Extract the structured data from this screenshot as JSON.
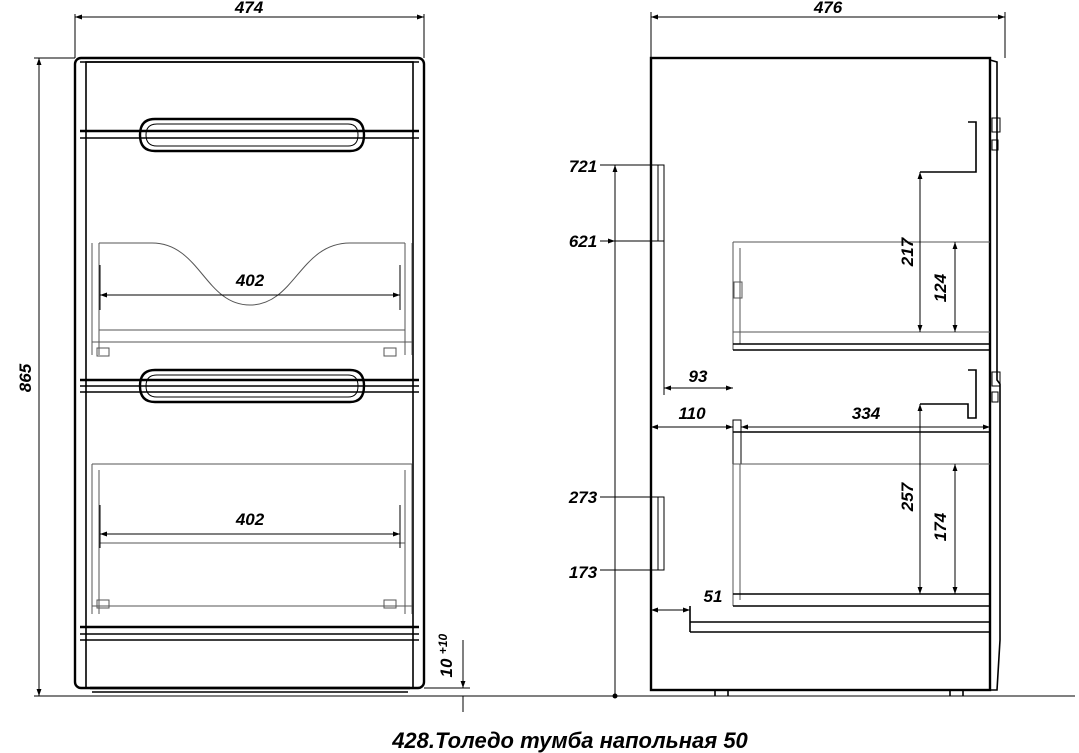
{
  "front_view": {
    "width_label": "474",
    "height_label": "865",
    "upper_drawer_inner_width": "402",
    "lower_drawer_inner_width": "402",
    "leg_gap_label": "10",
    "leg_gap_tolerance": "+10"
  },
  "side_view": {
    "depth_label": "476",
    "upper_rail_top": "721",
    "upper_rail_bottom": "621",
    "lower_rail_top": "273",
    "lower_rail_bottom": "173",
    "rail_offset": "93",
    "drawer_front_offset": "110",
    "drawer_depth": "334",
    "bottom_offset": "51",
    "upper_drawer_height": "217",
    "upper_drawer_inner_height": "124",
    "lower_drawer_height": "257",
    "lower_drawer_inner_height": "174"
  },
  "caption": "428.Толедо тумба напольная 50"
}
